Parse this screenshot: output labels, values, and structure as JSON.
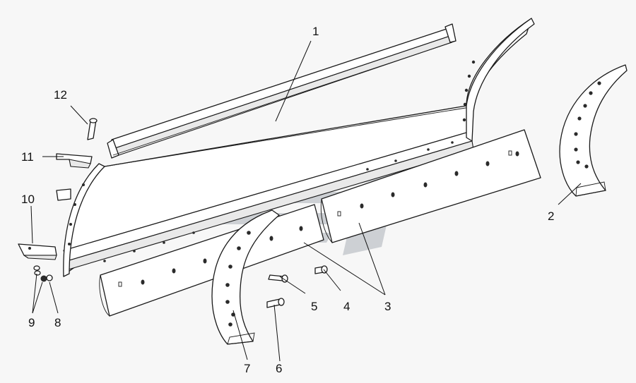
{
  "callouts": [
    {
      "id": "c1",
      "text": "1"
    },
    {
      "id": "c2",
      "text": "2"
    },
    {
      "id": "c3",
      "text": "3"
    },
    {
      "id": "c4",
      "text": "4"
    },
    {
      "id": "c5",
      "text": "5"
    },
    {
      "id": "c6",
      "text": "6"
    },
    {
      "id": "c7",
      "text": "7"
    },
    {
      "id": "c8",
      "text": "8"
    },
    {
      "id": "c9",
      "text": "9"
    },
    {
      "id": "c10",
      "text": "10"
    },
    {
      "id": "c11",
      "text": "11"
    },
    {
      "id": "c12",
      "text": "12"
    }
  ]
}
